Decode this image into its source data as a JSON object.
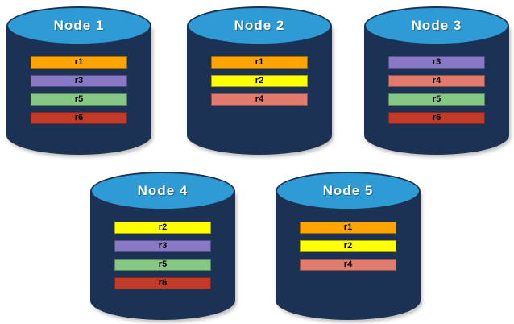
{
  "colors": {
    "cylinder_body": "#1c3254",
    "cylinder_top": "#2e9bd5",
    "replica_colors": {
      "r1": "#ffa400",
      "r2": "#ffff00",
      "r3": "#8878c6",
      "r4": "#e07b6d",
      "r5": "#84c883",
      "r6": "#c23b28"
    }
  },
  "nodes": [
    {
      "label": "Node 1",
      "replicas": [
        "r1",
        "r3",
        "r5",
        "r6"
      ]
    },
    {
      "label": "Node 2",
      "replicas": [
        "r1",
        "r2",
        "r4"
      ]
    },
    {
      "label": "Node 3",
      "replicas": [
        "r3",
        "r4",
        "r5",
        "r6"
      ]
    },
    {
      "label": "Node 4",
      "replicas": [
        "r2",
        "r3",
        "r5",
        "r6"
      ]
    },
    {
      "label": "Node 5",
      "replicas": [
        "r1",
        "r2",
        "r4"
      ]
    }
  ]
}
